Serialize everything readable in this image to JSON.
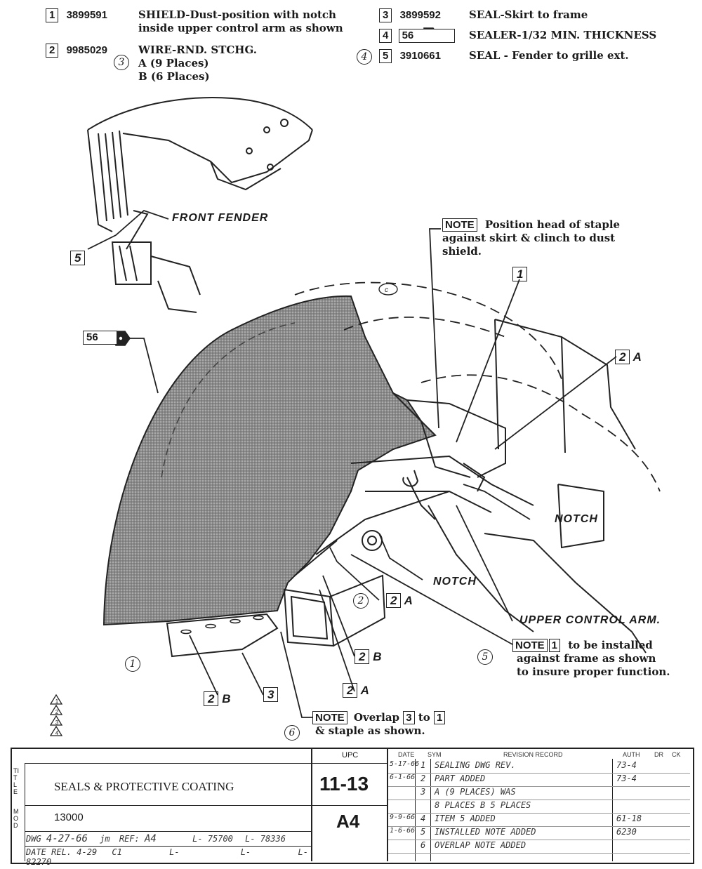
{
  "legend": {
    "items": [
      {
        "ref": "1",
        "part": "3899591",
        "desc": [
          "SHIELD-Dust-position with notch",
          "inside upper control arm as shown"
        ]
      },
      {
        "ref": "2",
        "part": "9985029",
        "desc": [
          "WIRE-RND. STCHG.",
          "A (9 Places)",
          "B (6 Places)"
        ],
        "rev": "3"
      },
      {
        "ref": "3",
        "part": "3899592",
        "desc": [
          "SEAL-Skirt to frame"
        ]
      },
      {
        "ref": "4",
        "part": "56",
        "desc": [
          "SEALER-1/32 MIN. THICKNESS"
        ]
      },
      {
        "ref": "5",
        "part": "3910661",
        "desc": [
          "SEAL - Fender to grille ext."
        ],
        "rev": "4"
      }
    ]
  },
  "callouts": {
    "front_fender": "FRONT FENDER",
    "notch_upper": "NOTCH",
    "notch_lower": "NOTCH",
    "upper_control_arm": "UPPER CONTROL ARM."
  },
  "notes": {
    "staple": {
      "tag": "NOTE",
      "text": [
        "Position head of staple",
        "against skirt & clinch to dust",
        "shield."
      ]
    },
    "frame": {
      "tag": "NOTE",
      "ref": "1",
      "text": [
        "to be installed",
        "against frame as shown",
        "to insure proper function."
      ]
    },
    "overlap": {
      "tag": "NOTE",
      "text_a": "Overlap",
      "ref_a": "3",
      "text_b": "to",
      "ref_b": "1",
      "text_c": "& staple as shown."
    }
  },
  "labels": {
    "l5": "5",
    "l56": "56",
    "l1": "1",
    "l2A_top": "2",
    "l2A_top_suffix": "A",
    "l2A_mid": "2",
    "l2A_mid_suffix": "A",
    "l2B_mid": "2",
    "l2B_mid_suffix": "B",
    "l2A_low": "2",
    "l2A_low_suffix": "A",
    "l2B_left": "2",
    "l2B_left_suffix": "B",
    "l3": "3"
  },
  "rev_markers": [
    "1",
    "2",
    "5",
    "6"
  ],
  "title_block": {
    "side_title": "TITLE",
    "side_mod": "MOD",
    "title": "SEALS & PROTECTIVE COATING",
    "mod_number": "13000",
    "dwg_label": "DWG",
    "dwg_date": "4-27-66",
    "dwg_init": "jm",
    "ref_label": "REF:",
    "ref_value": "A4",
    "l1": "L- 75700",
    "l2": "L- 78336",
    "date_rel_label": "DATE REL.",
    "date_rel_value": "4-29",
    "date_rel_init": "C1",
    "l3": "L-",
    "l4": "L-",
    "l5": "L- 82270",
    "upc_label": "UPC",
    "upc_value": "11-13",
    "sheet": "A4",
    "rev_headers": [
      "DATE",
      "SYM",
      "REVISION RECORD",
      "AUTH",
      "DR",
      "CK"
    ],
    "revisions": [
      {
        "date": "5-17-66",
        "sym": "1",
        "record": "SEALING DWG REV.",
        "auth": "73-4"
      },
      {
        "date": "6-1-66",
        "sym": "2",
        "record": "PART ADDED",
        "auth": "73-4"
      },
      {
        "date": "",
        "sym": "3",
        "record": "A (9 PLACES) WAS",
        "auth": ""
      },
      {
        "date": "",
        "sym": "",
        "record": "8 PLACES B 5 PLACES",
        "auth": ""
      },
      {
        "date": "9-9-66",
        "sym": "4",
        "record": "ITEM 5 ADDED",
        "auth": "61-18"
      },
      {
        "date": "1-6-66",
        "sym": "5",
        "record": "INSTALLED NOTE ADDED",
        "auth": "6230"
      },
      {
        "date": "",
        "sym": "6",
        "record": "OVERLAP NOTE ADDED",
        "auth": ""
      }
    ]
  },
  "revision_triangles": [
    "1",
    "2",
    "3",
    "4"
  ]
}
